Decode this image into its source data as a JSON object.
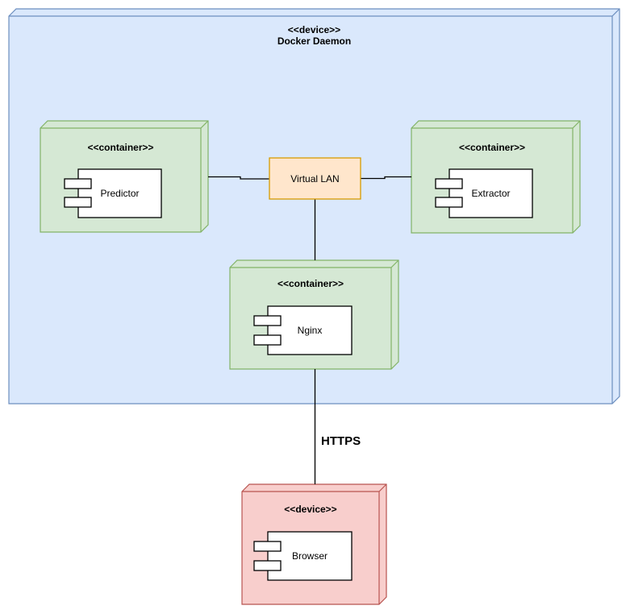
{
  "nodes": {
    "docker_device": {
      "stereotype": "<<device>>",
      "name": "Docker Daemon"
    },
    "predictor_container": {
      "stereotype": "<<container>>"
    },
    "extractor_container": {
      "stereotype": "<<container>>"
    },
    "nginx_container": {
      "stereotype": "<<container>>"
    },
    "browser_device": {
      "stereotype": "<<device>>"
    }
  },
  "components": {
    "predictor": "Predictor",
    "extractor": "Extractor",
    "nginx": "Nginx",
    "browser": "Browser"
  },
  "network": {
    "virtual_lan": "Virtual LAN",
    "https": "HTTPS"
  },
  "colors": {
    "device_fill": "#dae8fc",
    "device_stroke": "#6c8ebf",
    "container_fill": "#d5e8d4",
    "container_stroke": "#82b366",
    "lan_fill": "#ffe6cc",
    "lan_stroke": "#d79b00",
    "browser_fill": "#f8cecc",
    "browser_stroke": "#b85450",
    "component_fill": "#ffffff",
    "line": "#000000"
  }
}
